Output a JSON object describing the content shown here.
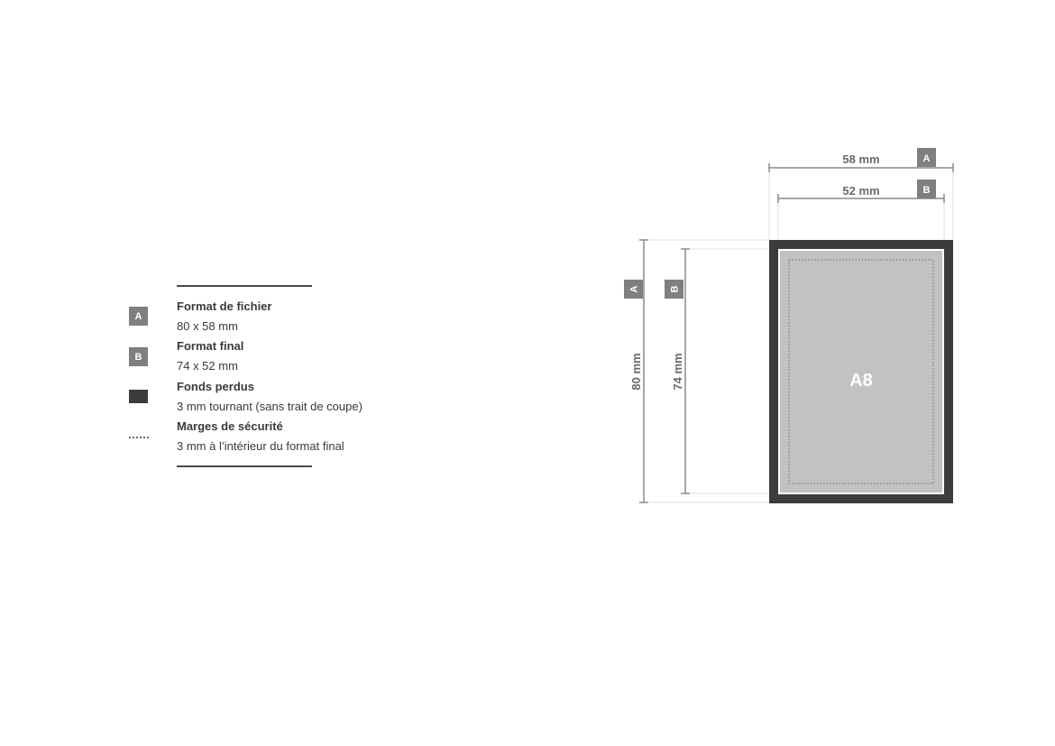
{
  "legend": {
    "items": [
      {
        "badge": "A",
        "title": "Format de fichier",
        "desc": "80 x 58 mm"
      },
      {
        "badge": "B",
        "title": "Format final",
        "desc": "74 x 52 mm"
      },
      {
        "swatch": "bleed",
        "title": "Fonds perdus",
        "desc": "3 mm tournant (sans trait de coupe)"
      },
      {
        "swatch": "dotted",
        "title": "Marges de sécurité",
        "desc": "3 mm à l’intérieur du format final"
      }
    ]
  },
  "diagram": {
    "width_file": "58 mm",
    "width_final": "52 mm",
    "height_file": "80 mm",
    "height_final": "74 mm",
    "badge_a": "A",
    "badge_b": "B",
    "format_label": "A8",
    "colors": {
      "bleed": "#3c3c3c",
      "final": "#c2c2c2",
      "badge": "#7f7f7f",
      "dimension_line": "#8a8a8a"
    }
  }
}
